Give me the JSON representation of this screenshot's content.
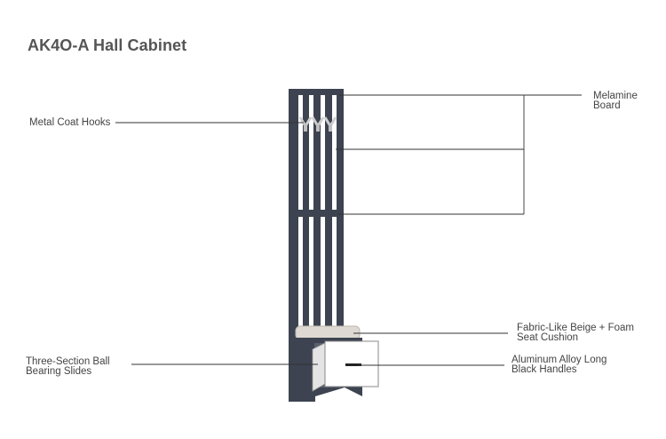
{
  "title": "AK4O-A Hall Cabinet",
  "labels": {
    "melamine": "Melamine Board",
    "hooks": "Metal Coat Hooks",
    "cushion": "Fabric-Like Beige + Foam\nSeat Cushion",
    "slides": "Three-Section Ball\nBearing Slides",
    "handles": "Aluminum Alloy Long\nBlack Handles"
  },
  "colors": {
    "frame": "#3d4350",
    "drawer_front": "#ffffff",
    "cushion": "#ddd9d2",
    "hook": "#c9c9c9",
    "leader_line": "#333333"
  }
}
